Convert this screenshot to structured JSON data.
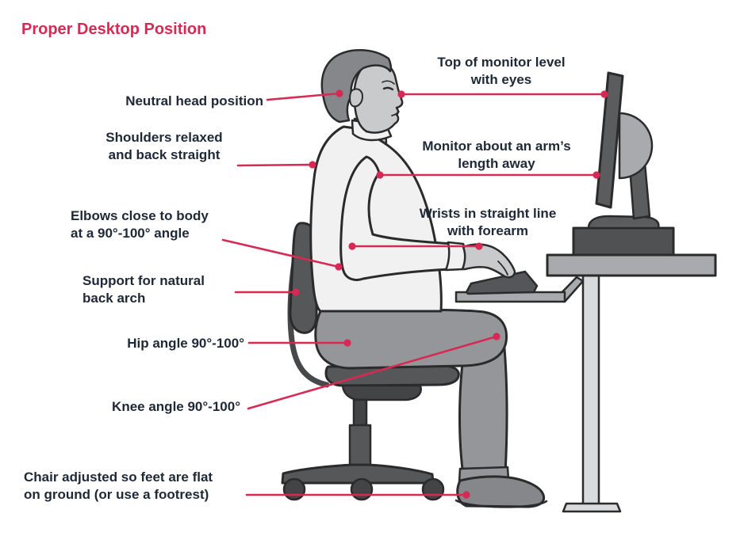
{
  "title": {
    "text": "Proper Desktop Position"
  },
  "colors": {
    "accent": "#d62a55",
    "label_text": "#1e2836",
    "background": "#ffffff",
    "figure_outline": "#2b2b2b",
    "hair": "#85878b",
    "skin": "#c9cacc",
    "shirt": "#f1f1f2",
    "pants": "#94969a",
    "shoe": "#85878a",
    "chair": "#555759",
    "chair_dark": "#434446",
    "desk_top": "#a8aaad",
    "desk_leg": "#d9dadb",
    "monitor": "#5a5c5e"
  },
  "labels": [
    {
      "id": "neutral-head",
      "lines": [
        "Neutral head position"
      ]
    },
    {
      "id": "top-monitor",
      "lines": [
        "Top of monitor level",
        "with eyes"
      ]
    },
    {
      "id": "shoulders",
      "lines": [
        "Shoulders relaxed",
        "and back straight"
      ]
    },
    {
      "id": "monitor-distance",
      "lines": [
        "Monitor about an arm’s",
        "length away"
      ]
    },
    {
      "id": "elbows",
      "lines": [
        "Elbows close to body",
        "at a 90°-100° angle"
      ]
    },
    {
      "id": "wrists",
      "lines": [
        "Wrists in straight line",
        "with forearm"
      ]
    },
    {
      "id": "back-support",
      "lines": [
        "Support for natural",
        "back arch"
      ]
    },
    {
      "id": "hip-angle",
      "lines": [
        "Hip angle 90°-100°"
      ]
    },
    {
      "id": "knee-angle",
      "lines": [
        "Knee angle 90°-100°"
      ]
    },
    {
      "id": "feet-flat",
      "lines": [
        "Chair adjusted so feet are flat",
        "on ground (or use a footrest)"
      ]
    }
  ]
}
